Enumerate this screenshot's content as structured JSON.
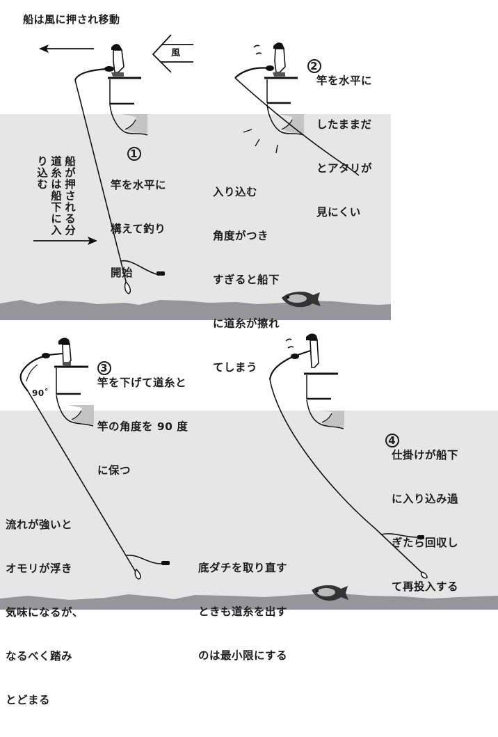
{
  "title": "船は風に押され移動",
  "wind_label": "風",
  "colors": {
    "water": "#e6e6e6",
    "seabed": "#96969a",
    "line": "#111111",
    "wake": "#c4c4c4",
    "text": "#1c1c1c"
  },
  "panel_top": {
    "step1": {
      "number": "1",
      "lines": [
        "竿を水平に",
        "構えて釣り",
        "開始"
      ]
    },
    "step2": {
      "number": "2",
      "lines": [
        "竿を水平に",
        "したままだ",
        "とアタリが",
        "見にくい"
      ]
    },
    "drift_note": {
      "columns": [
        "船が押される分",
        "道糸は船下に入",
        "り込む"
      ]
    },
    "angle_warning": {
      "lines": [
        "入り込む",
        "角度がつき",
        "すぎると船下",
        "に道糸が擦れ",
        "てしまう"
      ]
    },
    "arrows": {
      "boat_direction": "left-arrow",
      "drift_direction": "right-arrow",
      "wind_direction": "wind-arrow"
    }
  },
  "panel_bottom": {
    "step3": {
      "number": "3",
      "lines": [
        "竿を下げて道糸と",
        "竿の角度を 90 度",
        "に保つ"
      ]
    },
    "angle_label": "90˚",
    "step4": {
      "number": "4",
      "lines": [
        "仕掛けが船下",
        "に入り込み過",
        "ぎたら回収し",
        "て再投入する"
      ]
    },
    "current_note": {
      "lines": [
        "流れが強いと",
        "オモリが浮き",
        "気味になるが、",
        "なるべく踏み",
        "とどまる"
      ]
    },
    "bottom_note": {
      "lines": [
        "底ダチを取り直す",
        "ときも道糸を出す",
        "のは最小限にする"
      ]
    }
  }
}
